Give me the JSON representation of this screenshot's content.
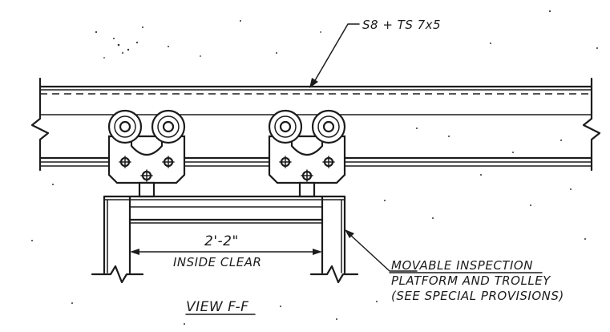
{
  "labels": {
    "beam": "S8 + TS 7x5",
    "dimension_value": "2'-2\"",
    "dimension_note": "INSIDE CLEAR",
    "platform_line1": "MOVABLE INSPECTION",
    "platform_line2": "PLATFORM AND TROLLEY",
    "platform_line3": "(SEE SPECIAL PROVISIONS)",
    "view_title": "VIEW F-F"
  }
}
